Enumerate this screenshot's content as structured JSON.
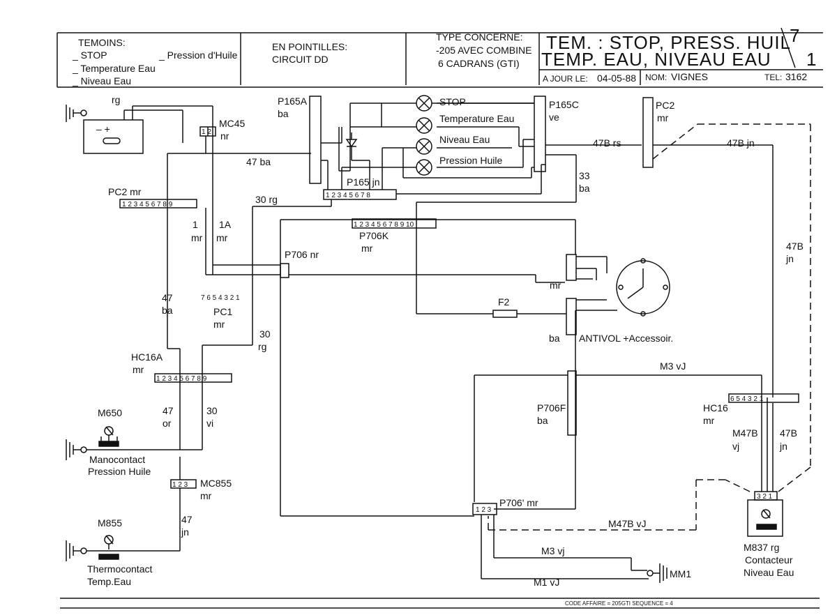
{
  "header": {
    "temoins_title": "TEMOINS:",
    "temoins_items": [
      "_ STOP",
      "_ Temperature Eau",
      "_ Niveau Eau"
    ],
    "temoins_pression": "_ Pression d'Huile",
    "pointilles_1": "EN POINTILLES:",
    "pointilles_2": "CIRCUIT DD",
    "type_1": "TYPE CONCERNE:",
    "type_2": "-205 AVEC COMBINE",
    "type_3": "6 CADRANS (GTI)",
    "title_line1": "TEM. : STOP, PRESS. HUIL",
    "title_line2": "TEMP. EAU, NIVEAU EAU",
    "page_num_top": "7",
    "page_num_bottom": "1",
    "ajour_label": "A JOUR LE:",
    "ajour_value": "04-05-88",
    "nom_label": "NOM:",
    "nom_value": "VIGNES",
    "tel_label": "TEL:",
    "tel_value": "3162"
  },
  "lamps": [
    "STOP",
    "Temperature Eau",
    "Niveau Eau",
    "Pression Huile"
  ],
  "connectors": {
    "p165a": [
      "P165A",
      "ba"
    ],
    "p165c": [
      "P165C",
      "ve"
    ],
    "p165": "P165 jn",
    "mc45": [
      "MC45",
      "nr"
    ],
    "pc2_left": "PC2 mr",
    "pc2_right": [
      "PC2",
      "mr"
    ],
    "p706k": [
      "P706K",
      "mr"
    ],
    "p706": "P706 nr",
    "pc1": [
      "PC1",
      "mr"
    ],
    "hc16a": [
      "HC16A",
      "mr"
    ],
    "hc16": [
      "HC16",
      "mr"
    ],
    "p706f": [
      "P706F",
      "ba"
    ],
    "p706l": "P706' mr",
    "mc855": [
      "MC855",
      "mr"
    ],
    "f2": "F2"
  },
  "wire_labels": {
    "w47ba_top": "47 ba",
    "w30rg_top": "30 rg",
    "w47brs": "47B rs",
    "w47bjn_top": "47B jn",
    "w33": [
      "33",
      "ba"
    ],
    "w1": [
      "1",
      "mr"
    ],
    "w1a": [
      "1A",
      "mr"
    ],
    "w47ba_left": [
      "47",
      "ba"
    ],
    "w30rg_mid": [
      "30",
      "rg"
    ],
    "w47or": [
      "47",
      "or"
    ],
    "w30vi": [
      "30",
      "vi"
    ],
    "w47jn": [
      "47",
      "jn"
    ],
    "w47bjn_right": [
      "47B",
      "jn"
    ],
    "wm3vj_top": "M3 vJ",
    "wm47bvj": [
      "M47B",
      "vj"
    ],
    "w47bjn_low": [
      "47B",
      "jn"
    ],
    "wm47bvj_low": "M47B vJ",
    "wm3vj_low": "M3 vj",
    "wm1vj": "M1 vJ",
    "wmr_antivol": "mr",
    "wba_antivol": "ba",
    "rg_battery": "rg"
  },
  "components": {
    "antivol": "ANTIVOL +Accessoir.",
    "m650": "M650",
    "manocontact": [
      "Manocontact",
      "Pression Huile"
    ],
    "m855": "M855",
    "thermocontact": [
      "Thermocontact",
      "Temp.Eau"
    ],
    "m837": [
      "M837 rg",
      "Contacteur",
      "Niveau Eau"
    ],
    "mm1": "MM1"
  },
  "footer": "CODE AFFAIRE = 205GTI SEQUENCE = 4"
}
